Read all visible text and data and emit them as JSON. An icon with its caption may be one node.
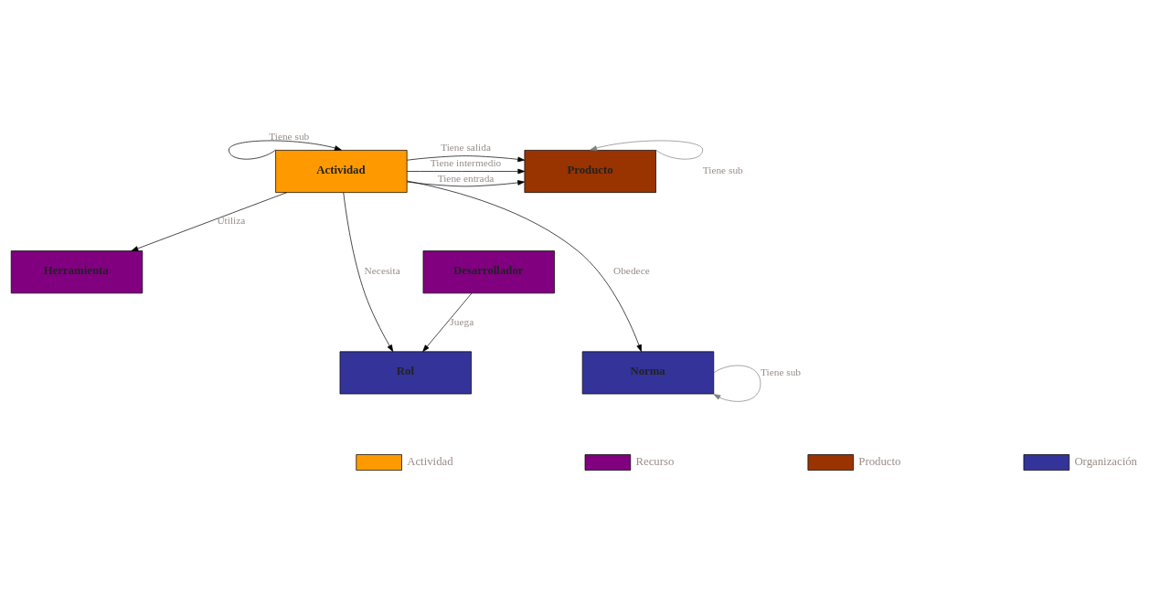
{
  "diagram": {
    "nodes": [
      {
        "text": [
          "Actividad"
        ]
      },
      {
        "text": [
          "Producto"
        ]
      },
      {
        "text": [
          "Desarrollador"
        ]
      },
      {
        "text": [
          "Herramienta"
        ]
      },
      {
        "text": [
          "Rol"
        ]
      },
      {
        "text": [
          "Norma"
        ]
      }
    ],
    "edges": [
      {
        "from": 0,
        "to": 0,
        "arrow": "to",
        "label": "Tiene sub"
      },
      {
        "from": 0,
        "to": 1,
        "arrow": "to",
        "label": "Tiene entrada"
      },
      {
        "from": 0,
        "to": 1,
        "arrow": "to",
        "label": "Tiene intermedio"
      },
      {
        "from": 0,
        "to": 1,
        "arrow": "to",
        "label": "Tiene salida"
      },
      {
        "from": 1,
        "to": 1,
        "arrow": "to",
        "label": "Tiene sub",
        "color": "#808080"
      },
      {
        "from": 0,
        "to": 3,
        "arrow": "to",
        "label": "Utiliza"
      },
      {
        "from": 0,
        "to": 4,
        "arrow": "to",
        "label": "Necesita"
      },
      {
        "from": 0,
        "to": 5,
        "arrow": "to",
        "label": "Obedece"
      },
      {
        "from": 2,
        "to": 4,
        "arrow": "to",
        "label": "Juega"
      },
      {
        "from": 5,
        "to": 5,
        "arrow": "to",
        "label": "Tiene sub",
        "color": "#808080"
      }
    ],
    "legend": [
      {
        "text": "Actividad",
        "color": "#ff9900"
      },
      {
        "text": "Recurso",
        "color": "#800080"
      },
      {
        "text": "Producto",
        "color": "#993300"
      },
      {
        "text": "Organización",
        "color": "#333399"
      }
    ]
  }
}
